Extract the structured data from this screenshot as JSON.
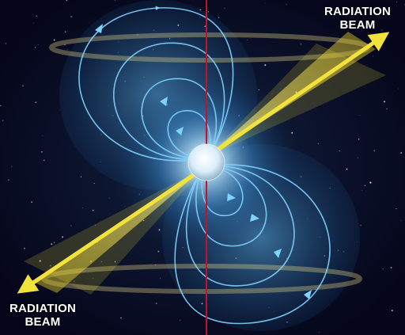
{
  "labels": {
    "top_beam": [
      "RADIATION",
      "BEAM"
    ],
    "bottom_beam": [
      "RADIATION",
      "BEAM"
    ]
  },
  "colors": {
    "background": "#06081c",
    "field_line": "#7fd3ff",
    "beam": "#f2e23a",
    "axis": "#c0142a",
    "star_core": "#e6f4ff"
  },
  "icons": {
    "neutron_star": "neutron-star-icon",
    "beam_arrow": "arrow-icon"
  }
}
